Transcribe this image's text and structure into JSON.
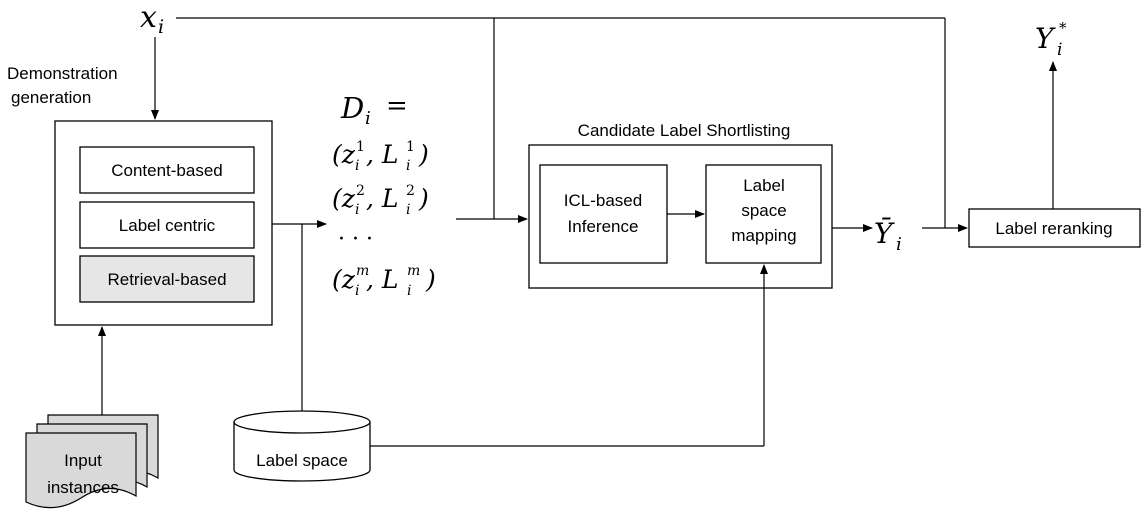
{
  "math": {
    "x_sub": "x",
    "x_index": "i",
    "d_head": "D",
    "d_index": "i",
    "equals": "=",
    "pair1": [
      "(z",
      "1",
      "i",
      ", L",
      "1",
      "i",
      ")"
    ],
    "pair2": [
      "(z",
      "2",
      "i",
      ", L",
      "2",
      "i",
      ")"
    ],
    "dots": "· · ·",
    "pairm": [
      "(z",
      "m",
      "i",
      ", L",
      "m",
      "i",
      ")"
    ],
    "ybar": "Ȳ",
    "ybar_index": "i",
    "ystar": "Y",
    "ystar_index": "i",
    "ystar_sup": "*"
  },
  "demonstration": {
    "title_line1": "Demonstration",
    "title_line2": "generation",
    "methods": [
      "Content-based",
      "Label centric",
      "Retrieval-based"
    ]
  },
  "shortlisting": {
    "title": "Candidate Label Shortlisting",
    "icl_line1": "ICL-based",
    "icl_line2": "Inference",
    "map_line1": "Label",
    "map_line2": "space",
    "map_line3": "mapping"
  },
  "reranking": {
    "label": "Label reranking"
  },
  "label_space": {
    "label": "Label space"
  },
  "input": {
    "line1": "Input",
    "line2": "instances"
  },
  "colors": {
    "highlight": "#e6e6e6",
    "stroke": "#000000"
  }
}
